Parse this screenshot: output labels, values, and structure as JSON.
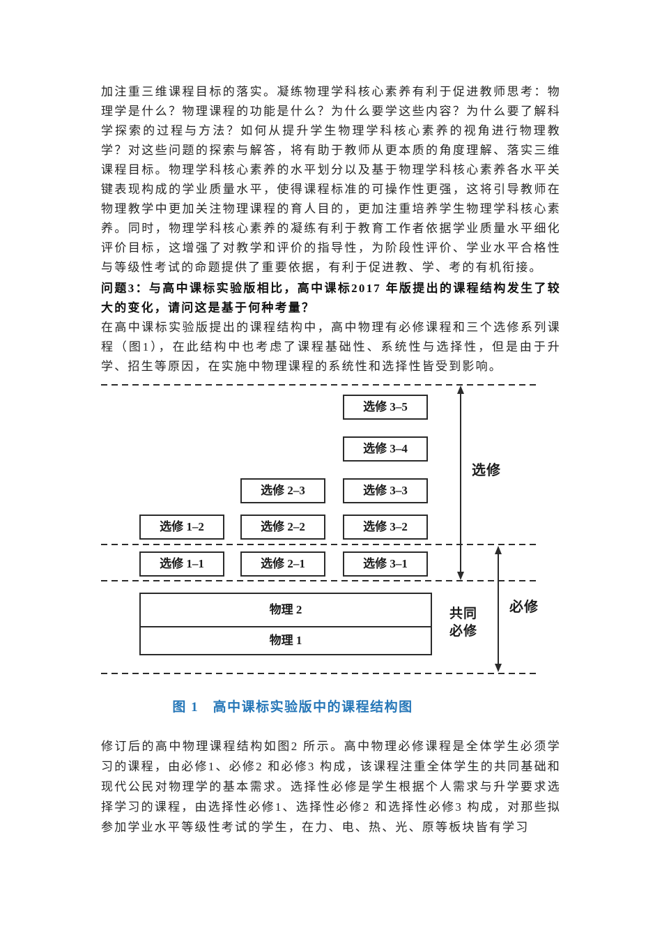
{
  "document": {
    "paragraph_core_literacy": "加注重三维课程目标的落实。凝练物理学科核心素养有利于促进教师思考：物理学是什么？物理课程的功能是什么？为什么要学这些内容？为什么要了解科学探索的过程与方法？如何从提升学生物理学科核心素养的视角进行物理教学？对这些问题的探索与解答，将有助于教师从更本质的角度理解、落实三维课程目标。物理学科核心素养的水平划分以及基于物理学科核心素养各水平关键表现构成的学业质量水平，使得课程标准的可操作性更强，这将引导教师在物理教学中更加关注物理课程的育人目的，更加注重培养学生物理学科核心素养。同时，物理学科核心素养的凝练有利于教育工作者依据学业质量水平细化评价目标，这增强了对教学和评价的指导性，为阶段性评价、学业水平合格性与等级性考试的命题提供了重要依据，有利于促进教、学、考的有机衔接。",
    "question3_heading": "问题3：与高中课标实验版相比，高中课标2017 年版提出的课程结构发生了较大的变化，请问这是基于何种考量？",
    "paragraph_experimental": "在高中课标实验版提出的课程结构中，高中物理有必修课程和三个选修系列课程（图1），在此结构中也考虑了课程基础性、系统性与选择性，但是由于升学、招生等原因，在实施中物理课程的系统性和选择性皆受到影响。",
    "figure1": {
      "caption": "图 1　高中课标实验版中的课程结构图",
      "caption_color": "#2677b8",
      "line_color": "#2b2b2b",
      "boxes": {
        "elective_3_5": "选修 3–5",
        "elective_3_4": "选修 3–4",
        "elective_2_3": "选修 2–3",
        "elective_3_3": "选修 3–3",
        "elective_1_2": "选修 1–2",
        "elective_2_2": "选修 2–2",
        "elective_3_2": "选修 3–2",
        "elective_1_1": "选修 1–1",
        "elective_2_1": "选修 2–1",
        "elective_3_1": "选修 3–1",
        "physics_2": "物理 2",
        "physics_1": "物理 1"
      },
      "labels": {
        "elective_span": "选修",
        "compulsory_span": "必修",
        "common_compulsory_line1": "共同",
        "common_compulsory_line2": "必修"
      }
    },
    "paragraph_revised": "修订后的高中物理课程结构如图2 所示。高中物理必修课程是全体学生必须学习的课程，由必修1、必修2 和必修3 构成，该课程注重全体学生的共同基础和现代公民对物理学的基本需求。选择性必修是学生根据个人需求与升学要求选择学习的课程，由选择性必修1、选择性必修2 和选择性必修3 构成，对那些拟参加学业水平等级性考试的学生，在力、电、热、光、原等板块皆有学习"
  }
}
